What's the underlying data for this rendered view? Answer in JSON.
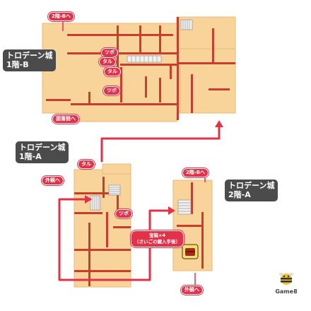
{
  "floors": {
    "f1b": {
      "name": "トロデーン城",
      "level": "1階-B"
    },
    "f1a": {
      "name": "トロデーン城",
      "level": "1階-A"
    },
    "f2a": {
      "name": "トロデーン城",
      "level": "2階-A"
    }
  },
  "markers": {
    "to_2f_b_top": "2階-Bへ",
    "tsubo_1": "ツボ",
    "taru_1": "タル",
    "taru_2": "タル",
    "tsubo_2": "ツボ",
    "to_library": "図書館へ",
    "taru_3": "タル",
    "to_outside_left": "外観へ",
    "tsubo_3": "ツボ",
    "to_2f_b_right": "2階-Bへ",
    "to_outside_bottom": "外観へ"
  },
  "treasure": {
    "line1": "宝箱×4",
    "line2": "（さいごの鍵入手後）"
  },
  "logo": {
    "text": "Game8"
  },
  "colors": {
    "room": "#f8d39a",
    "wall": "#c93d2c",
    "route": "#e2324a",
    "label_dark": "#4b4b4b"
  }
}
